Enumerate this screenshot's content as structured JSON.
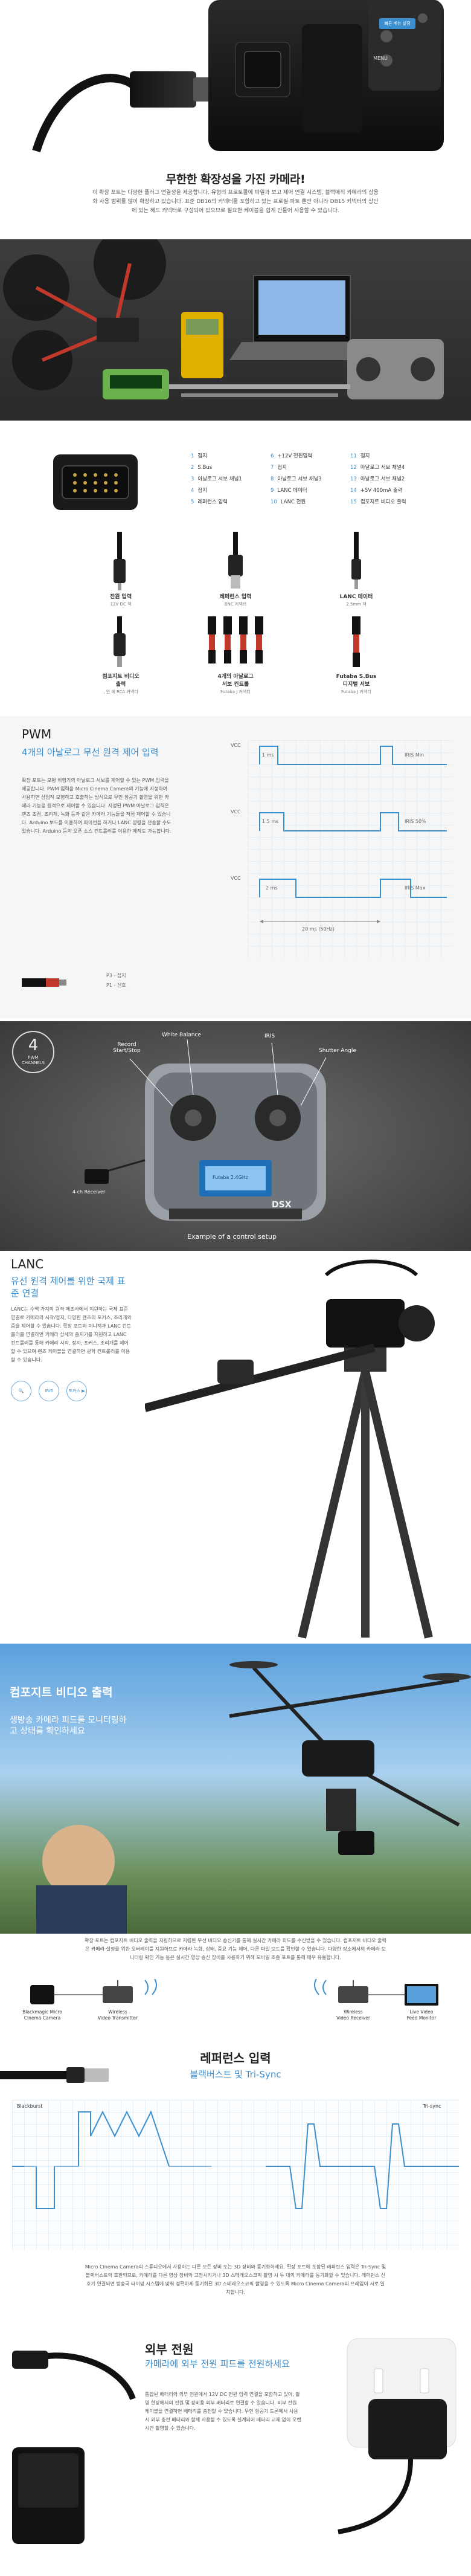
{
  "hero": {
    "title": "무한한 확장성을 가진 카메라!",
    "body": "이 확장 포트는 다양한 플러그 연결성을 제공합니다. 유형의 프로토콜에 파일과 보고 제어 연결 시스템, 블랙매직 카메라의 상용화 사용 범위를 많이 확장하고 있습니다. 표준 DB16의 커넥터를 포함하고 있는 프로필 파트 뿐만 아니라 DB15 커넥터의 상단에 있는 헤드 커넥터로 구성되어 있으므로 필요한 케이블을 쉽게 만들어 사용할 수 있습니다.",
    "camera_buttons": [
      "빠른 메뉴 설정",
      "MENU"
    ]
  },
  "pins": {
    "col1": [
      {
        "n": "1",
        "label": "접지"
      },
      {
        "n": "2",
        "label": "S.Bus"
      },
      {
        "n": "3",
        "label": "아날로그 서보 채널1"
      },
      {
        "n": "4",
        "label": "접지"
      },
      {
        "n": "5",
        "label": "레퍼런스 입력"
      }
    ],
    "col2": [
      {
        "n": "6",
        "label": "+12V 전원입력"
      },
      {
        "n": "7",
        "label": "접지"
      },
      {
        "n": "8",
        "label": "아날로그 서보 채널3"
      },
      {
        "n": "9",
        "label": "LANC 데이터"
      },
      {
        "n": "10",
        "label": "LANC 전원"
      }
    ],
    "col3": [
      {
        "n": "11",
        "label": "접지"
      },
      {
        "n": "12",
        "label": "아날로그 서보 채널4"
      },
      {
        "n": "13",
        "label": "아날로그 서보 채널2"
      },
      {
        "n": "14",
        "label": "+5V 400mA 출력"
      },
      {
        "n": "15",
        "label": "컴포지트 비디오 출력"
      }
    ]
  },
  "cables": [
    {
      "title": "전원 입력",
      "sub": "12V DC 잭"
    },
    {
      "title": "레퍼런스 입력",
      "sub": "BNC 커넥터"
    },
    {
      "title": "LANC 데이터",
      "sub": "2.5mm 잭"
    },
    {
      "title": "컴포지트 비디오\n출력",
      "sub": "‚ 인 에 RCA 커넥터"
    },
    {
      "title": "4개의 아날로그\n서보 컨트롤",
      "sub": "Futaba J 커넥터"
    },
    {
      "title": "Futaba S.Bus\n디지털 서보",
      "sub": "Futaba J 커넥터"
    }
  ],
  "pwm": {
    "title": "PWM",
    "subtitle": "4개의 아날로그 무선 원격 제어 입력",
    "body": "확장 포트는 모형 비행기의 아날로그 서보를 제어할 수 있는 PWM 입력을 제공합니다. PWM 입력을 Micro Cinema Camera의 기능에 지정하여 사용하면 상업적 모형하고 호출하는 방식으로 무인 항공기 촬영을 위한 카메라 기능을 원격으로 제어할 수 있습니다. 지정된 PWM 아날로그 입력은 렌즈 초점, 조리개, 녹화 등과 같은 카메라 기능들을 직접 제어할 수 있습니다. Arduino 보드를 이용하여 파이썬을 하거나 LANC 명령을 전송할 수도 있습니다. Arduino 등의 오픈 소스 컨트롤러를 이용한 제작도 가능합니다.",
    "pin_labels": [
      "P3 - 접지",
      "P1 - 신호"
    ],
    "waves": [
      {
        "vcc": "VCC",
        "label_left": "1 ms",
        "label_right": "IRIS Min"
      },
      {
        "vcc": "VCC",
        "label_left": "1.5 ms",
        "label_right": "IRIS 50%"
      },
      {
        "vcc": "VCC",
        "label_left": "2 ms",
        "label_right": "IRIS Max"
      }
    ],
    "period": "20 ms (50Hz)"
  },
  "controller": {
    "badge_num": "4",
    "badge_text": "PWM\nCHANNELS",
    "labels": [
      "White Balance",
      "IRIS",
      "Record\nStart/Stop",
      "Shutter Angle",
      "4 ch Receiver"
    ],
    "caption": "Example of a control setup",
    "screen": "Futaba 2.4GHz",
    "brand": "DSX"
  },
  "lanc": {
    "title": "LANC",
    "subtitle": "유선 원격 제어를 위한 국제 표준 연결",
    "body": "LANC는 수백 가지의 원격 제조사에서 지원하는 국제 표준 연결로 카메라의 시작/정지, 다양한 렌즈의 포커스, 조리개와 줌을 제어할 수 있습니다. 확장 포트의 미니잭과 LANC 컨트롤러를 연결하면 카메라 상세의 중지기를 지원하고 LANC 컨트롤러를 통해 카메라 시작, 정지, 포커스, 조리개를 제어할 수 있으며 렌즈 케이블을 연결하면 광학 컨트롤러를 이용할 수 있습니다.",
    "buttons": [
      "🔍",
      "IRIS",
      "포커스 ▶"
    ]
  },
  "composite": {
    "title": "컴포지트 비디오 출력",
    "subtitle": "생방송 카메라 피드를 모니터링하고 상태를 확인하세요",
    "body": "확장 포트는 컴포지트 비디오 출력을 지원하므로 저렴한 무선 비디오 송신기를 통해 실시간 카메라 피드를 수신받을 수 있습니다. 컴포지트 비디오 출력은 카메라 설정을 위한 오버레이를 지원하므로 카메라 녹화, 상태, 중요 기능 제어, 다른 파일 모드를 확인할 수 있습니다. 다양한 장소에서의 카메라 모니터링 확인 기능 등은 실시간 영상 송신 장비를 사용하기 위해 모바일 조종 포트를 통해 매우 유용합니다.",
    "diagram": [
      "Blackmagic Micro\nCinema Camera",
      "Wireless\nVideo Transmitter",
      "Wireless\nVideo Receiver",
      "Live Video\nFeed Monitor"
    ]
  },
  "reference": {
    "title": "레퍼런스 입력",
    "subtitle": "블랙버스트 및 Tri-Sync",
    "wave_labels": [
      "Blackburst",
      "Tri-sync"
    ],
    "body": "Micro Cinema Camera의 스튜디오에서 사용하는 다른 모든 장비 또는 3D 장비와 동기화하세요. 확장 포트에 포함된 레퍼런스 입력은 Tri-Sync 및 블랙버스트와 호환되므로, 카메라를 다른 영상 장비와 고정시키거나 3D 스테레오스코픽 촬영 시 두 대의 카메라를 동기화할 수 있습니다. 레퍼런스 신호가 연결되면 방송국 타이밍 시스템에 맞춰 정확하게 동기화된 3D 스테레오스코픽 촬영을 수 있도록 Micro Cinema Camera의 프레임이 서로 일치합니다."
  },
  "power": {
    "title": "외부 전원",
    "subtitle": "카메라에 외부 전원 피드를 전원하세요",
    "body": "통합된 배터리와 외부 전원에서 12V DC 전원 입력 연결을 포함하고 있어, 촬영 현장에서의 전원 및 장비용 외부 배터리로 연결할 수 있습니다. 외부 전원 케이블을 연결하면 배터리를 충전할 수 있습니다. 무인 항공기 드론에서 사용 시 외부 충전 배터리와 함께 사용할 수 있도록 설계되어 배터리 교체 없이 오랜 시간 촬영할 수 있습니다."
  }
}
